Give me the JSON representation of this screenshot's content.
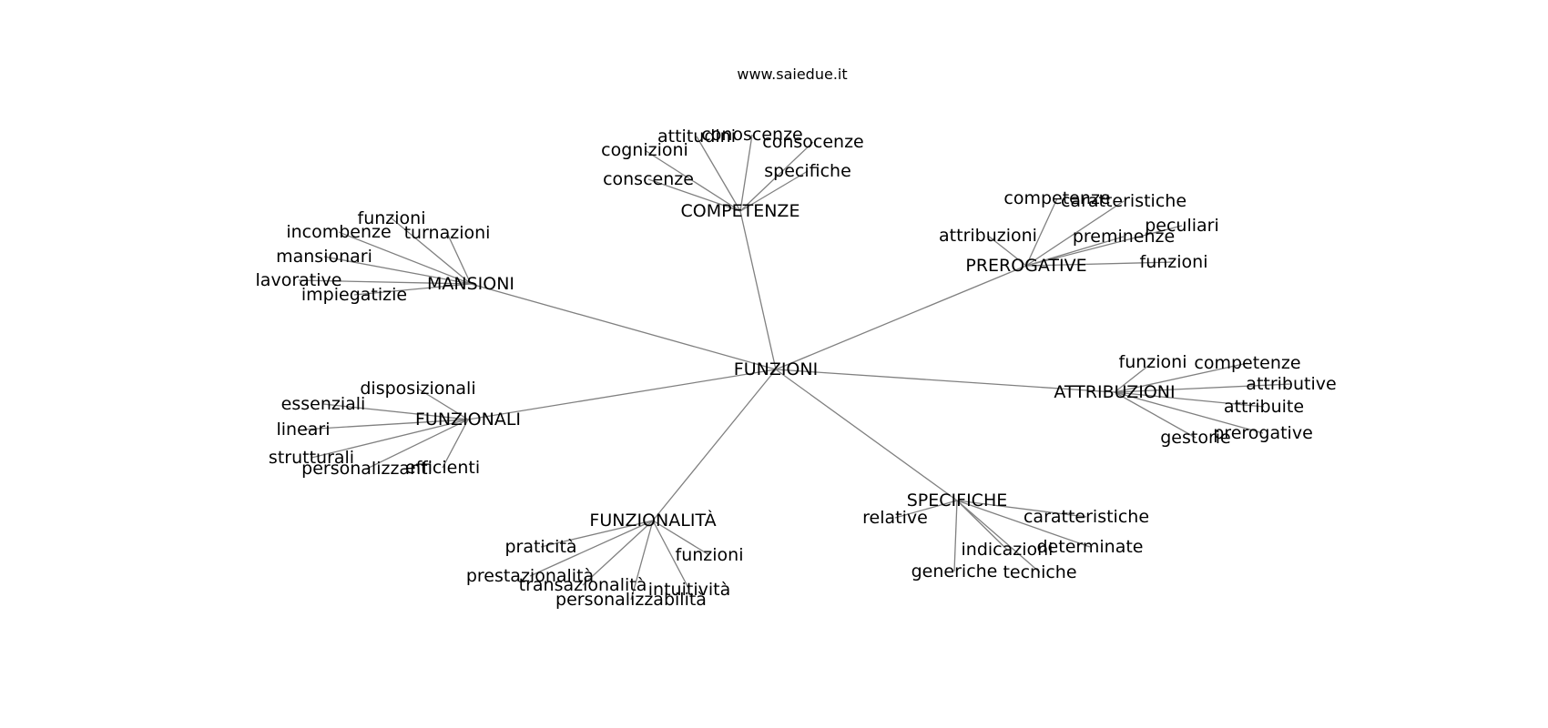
{
  "header": {
    "title": "www.saiedue.it"
  },
  "graph": {
    "colors": {
      "edge": "#808080",
      "label": "#000000",
      "background": "#ffffff"
    },
    "root": {
      "id": "root",
      "label": "FUNZIONI"
    },
    "hubs": [
      {
        "id": "competenze",
        "label": "COMPETENZE"
      },
      {
        "id": "prerogative",
        "label": "PREROGATIVE"
      },
      {
        "id": "mansioni",
        "label": "MANSIONI"
      },
      {
        "id": "attribuzioni",
        "label": "ATTRIBUZIONI"
      },
      {
        "id": "funzionali",
        "label": "FUNZIONALI"
      },
      {
        "id": "specifiche",
        "label": "SPECIFICHE"
      },
      {
        "id": "funzionalita",
        "label": "FUNZIONALITÀ"
      }
    ],
    "leaves": {
      "competenze": [
        {
          "id": "competenze-attitudini",
          "label": "attitudini"
        },
        {
          "id": "competenze-conoscenze",
          "label": "conoscenze"
        },
        {
          "id": "competenze-consocenze",
          "label": "consocenze"
        },
        {
          "id": "competenze-cognizioni",
          "label": "cognizioni"
        },
        {
          "id": "competenze-specifiche",
          "label": "specifiche"
        },
        {
          "id": "competenze-conscenze",
          "label": "conscenze"
        }
      ],
      "prerogative": [
        {
          "id": "prerogative-competenze",
          "label": "competenze"
        },
        {
          "id": "prerogative-caratteristiche",
          "label": "caratteristiche"
        },
        {
          "id": "prerogative-peculiari",
          "label": "peculiari"
        },
        {
          "id": "prerogative-attribuzioni",
          "label": "attribuzioni"
        },
        {
          "id": "prerogative-preminenze",
          "label": "preminenze"
        },
        {
          "id": "prerogative-funzioni",
          "label": "funzioni"
        }
      ],
      "mansioni": [
        {
          "id": "mansioni-funzioni",
          "label": "funzioni"
        },
        {
          "id": "mansioni-incombenze",
          "label": "incombenze"
        },
        {
          "id": "mansioni-turnazioni",
          "label": "turnazioni"
        },
        {
          "id": "mansioni-mansionari",
          "label": "mansionari"
        },
        {
          "id": "mansioni-lavorative",
          "label": "lavorative"
        },
        {
          "id": "mansioni-impiegatizie",
          "label": "impiegatizie"
        }
      ],
      "attribuzioni": [
        {
          "id": "attribuzioni-funzioni",
          "label": "funzioni"
        },
        {
          "id": "attribuzioni-competenze",
          "label": "competenze"
        },
        {
          "id": "attribuzioni-attributive",
          "label": "attributive"
        },
        {
          "id": "attribuzioni-attribuite",
          "label": "attribuite"
        },
        {
          "id": "attribuzioni-gestorie",
          "label": "gestorie"
        },
        {
          "id": "attribuzioni-prerogative",
          "label": "prerogative"
        }
      ],
      "funzionali": [
        {
          "id": "funzionali-disposizionali",
          "label": "disposizionali"
        },
        {
          "id": "funzionali-essenziali",
          "label": "essenziali"
        },
        {
          "id": "funzionali-lineari",
          "label": "lineari"
        },
        {
          "id": "funzionali-strutturali",
          "label": "strutturali"
        },
        {
          "id": "funzionali-personalizzanti",
          "label": "personalizzanti"
        },
        {
          "id": "funzionali-efficienti",
          "label": "efficienti"
        }
      ],
      "specifiche": [
        {
          "id": "specifiche-relative",
          "label": "relative"
        },
        {
          "id": "specifiche-caratteristiche",
          "label": "caratteristiche"
        },
        {
          "id": "specifiche-indicazioni",
          "label": "indicazioni"
        },
        {
          "id": "specifiche-determinate",
          "label": "determinate"
        },
        {
          "id": "specifiche-generiche",
          "label": "generiche"
        },
        {
          "id": "specifiche-tecniche",
          "label": "tecniche"
        }
      ],
      "funzionalita": [
        {
          "id": "funzionalita-praticita",
          "label": "praticità"
        },
        {
          "id": "funzionalita-funzioni",
          "label": "funzioni"
        },
        {
          "id": "funzionalita-prestazionalita",
          "label": "prestazionalità"
        },
        {
          "id": "funzionalita-transazionalita",
          "label": "transazionalità"
        },
        {
          "id": "funzionalita-intuitivita",
          "label": "intuitività"
        },
        {
          "id": "funzionalita-personalizzabilita",
          "label": "personalizzabilità"
        }
      ]
    }
  }
}
